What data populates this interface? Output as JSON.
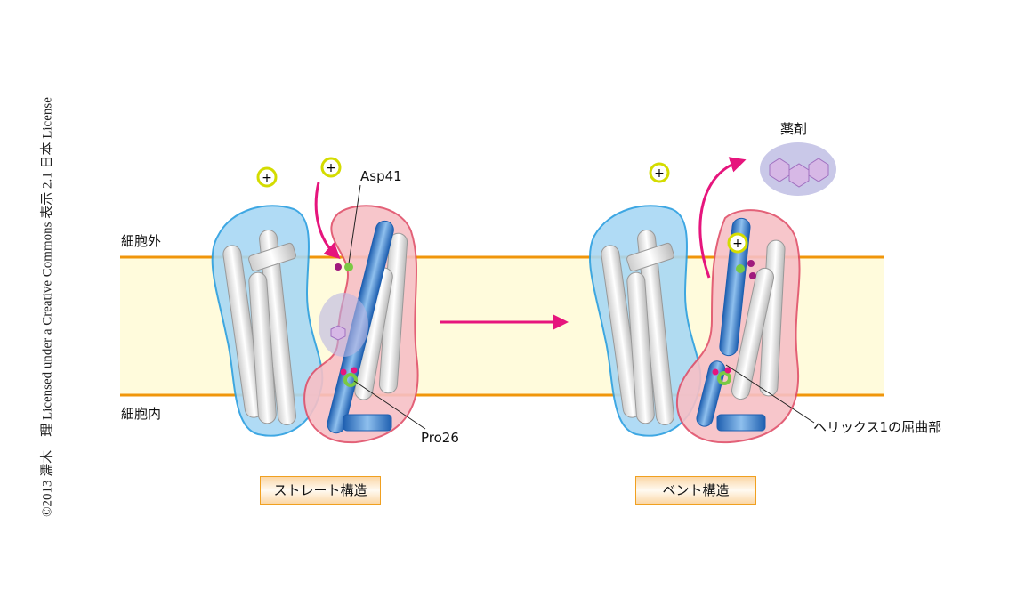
{
  "copyright": "©2013 濡木　理 Licensed under a Creative Commons 表示 2.1 日本 License",
  "labels": {
    "extracellular": "細胞外",
    "intracellular": "細胞内",
    "asp41": "Asp41",
    "pro26": "Pro26",
    "drug": "薬剤",
    "helix_bend": "ヘリックス1の屈曲部",
    "plus": "+"
  },
  "states": {
    "straight": "ストレート構造",
    "bent": "ベント構造"
  },
  "colors": {
    "membrane": "#fffbdc",
    "membrane_edge": "#f0960a",
    "arrow": "#e6157d",
    "ion": "#d4dc00",
    "blue_domain": "#a8d8f4",
    "pink_domain": "#f7c0c6"
  }
}
